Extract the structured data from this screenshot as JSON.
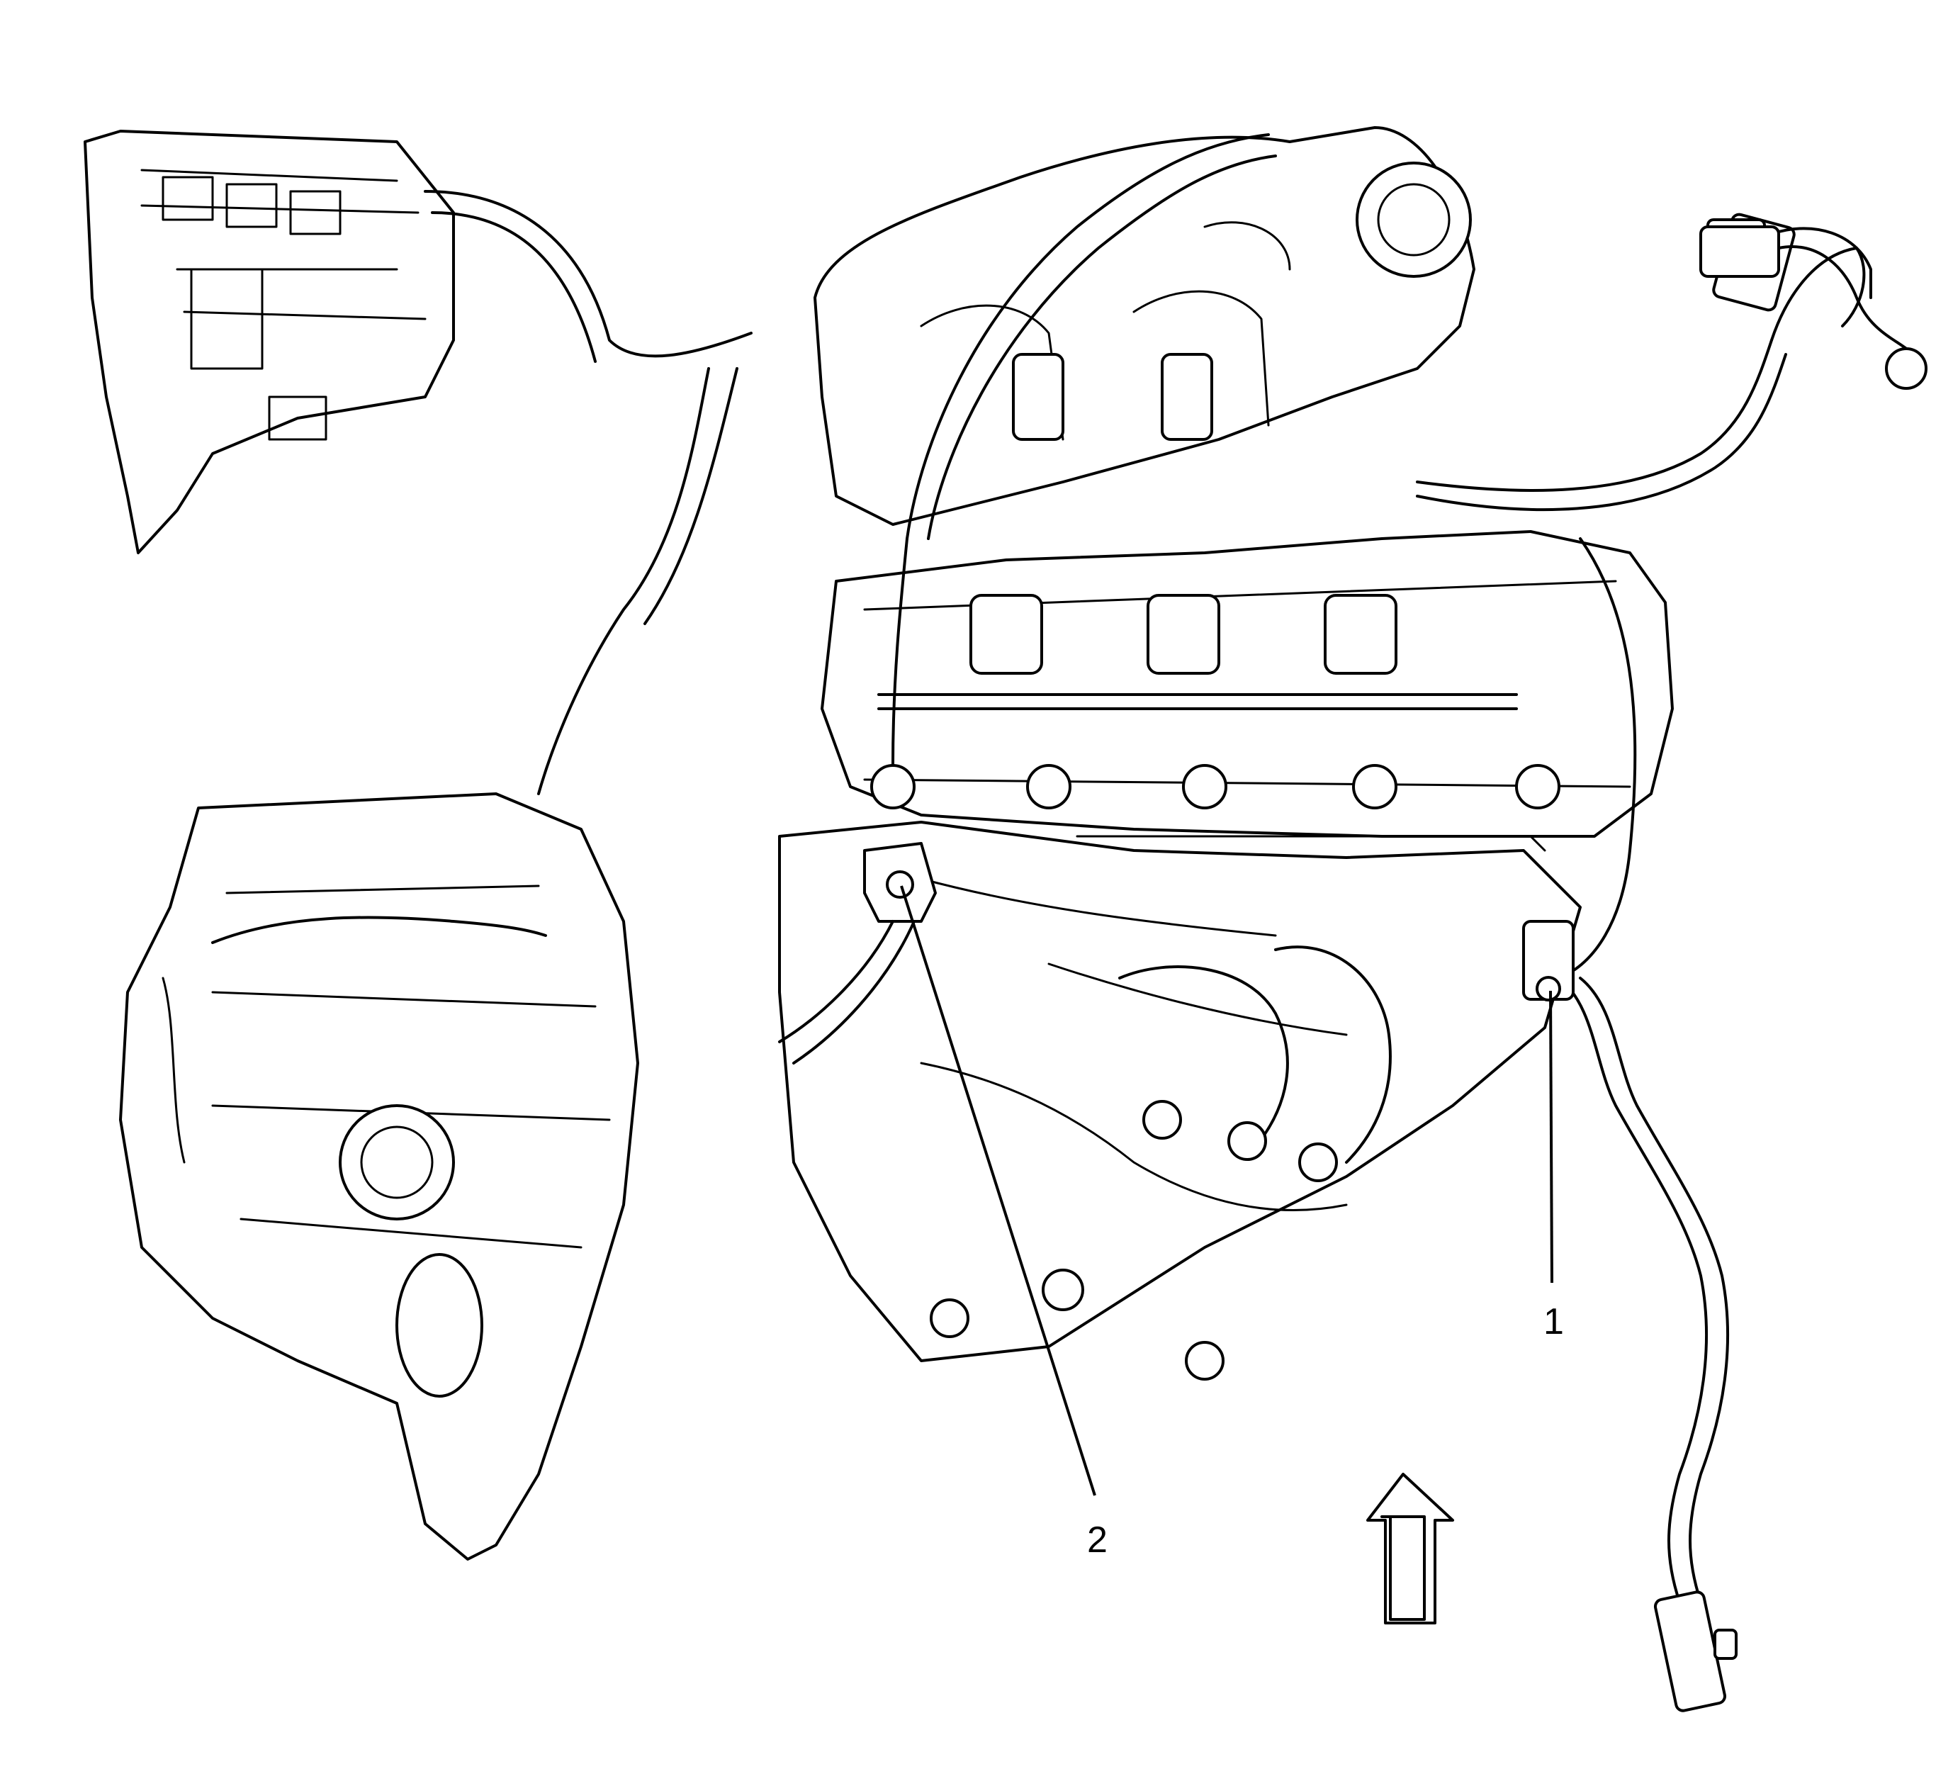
{
  "callouts": [
    {
      "id": "1",
      "label": "1"
    },
    {
      "id": "2",
      "label": "2"
    }
  ],
  "icons": {
    "orientation_arrow": "up-arrow-icon"
  }
}
